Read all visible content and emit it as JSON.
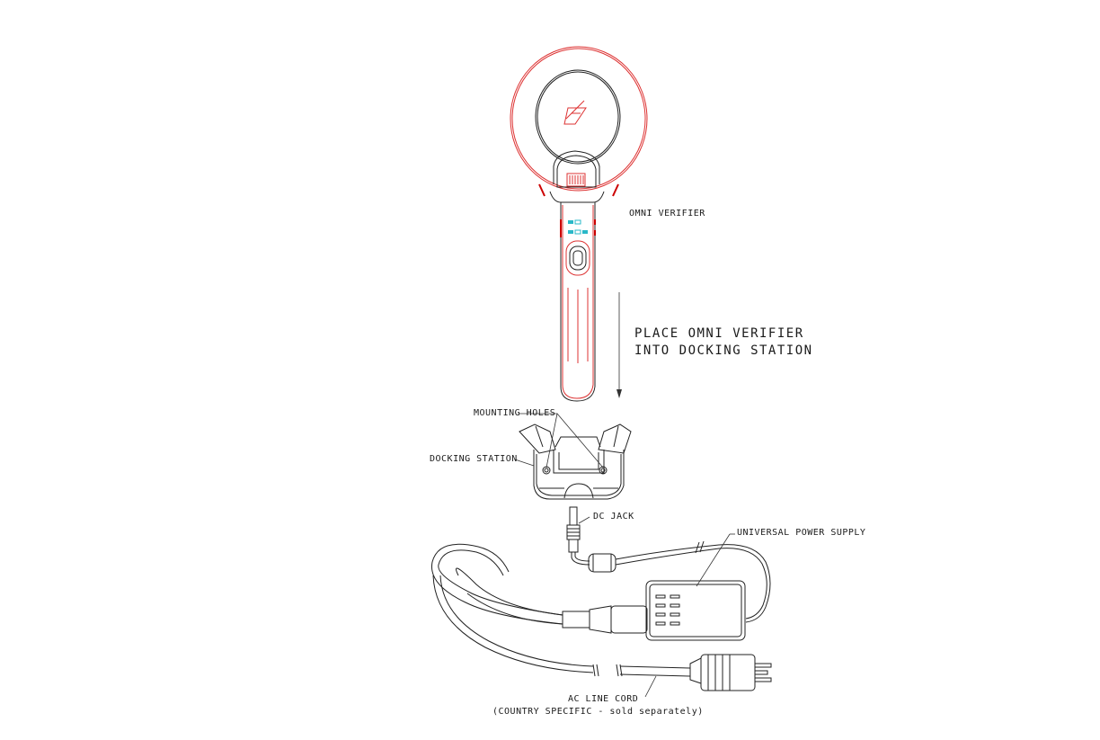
{
  "labels": {
    "omni_verifier": "OMNI VERIFIER",
    "instruction_line1": "PLACE OMNI VERIFIER",
    "instruction_line2": "INTO DOCKING STATION",
    "mounting_holes": "MOUNTING HOLES",
    "docking_station": "DOCKING STATION",
    "dc_jack": "DC JACK",
    "universal_power_supply": "UNIVERSAL POWER SUPPLY",
    "ac_line_cord": "AC LINE CORD",
    "ac_line_cord_note": "(COUNTRY SPECIFIC - sold separately)"
  },
  "colors": {
    "outline": "#222222",
    "highlight": "#d33333",
    "indicator": "#2ab8c8"
  }
}
